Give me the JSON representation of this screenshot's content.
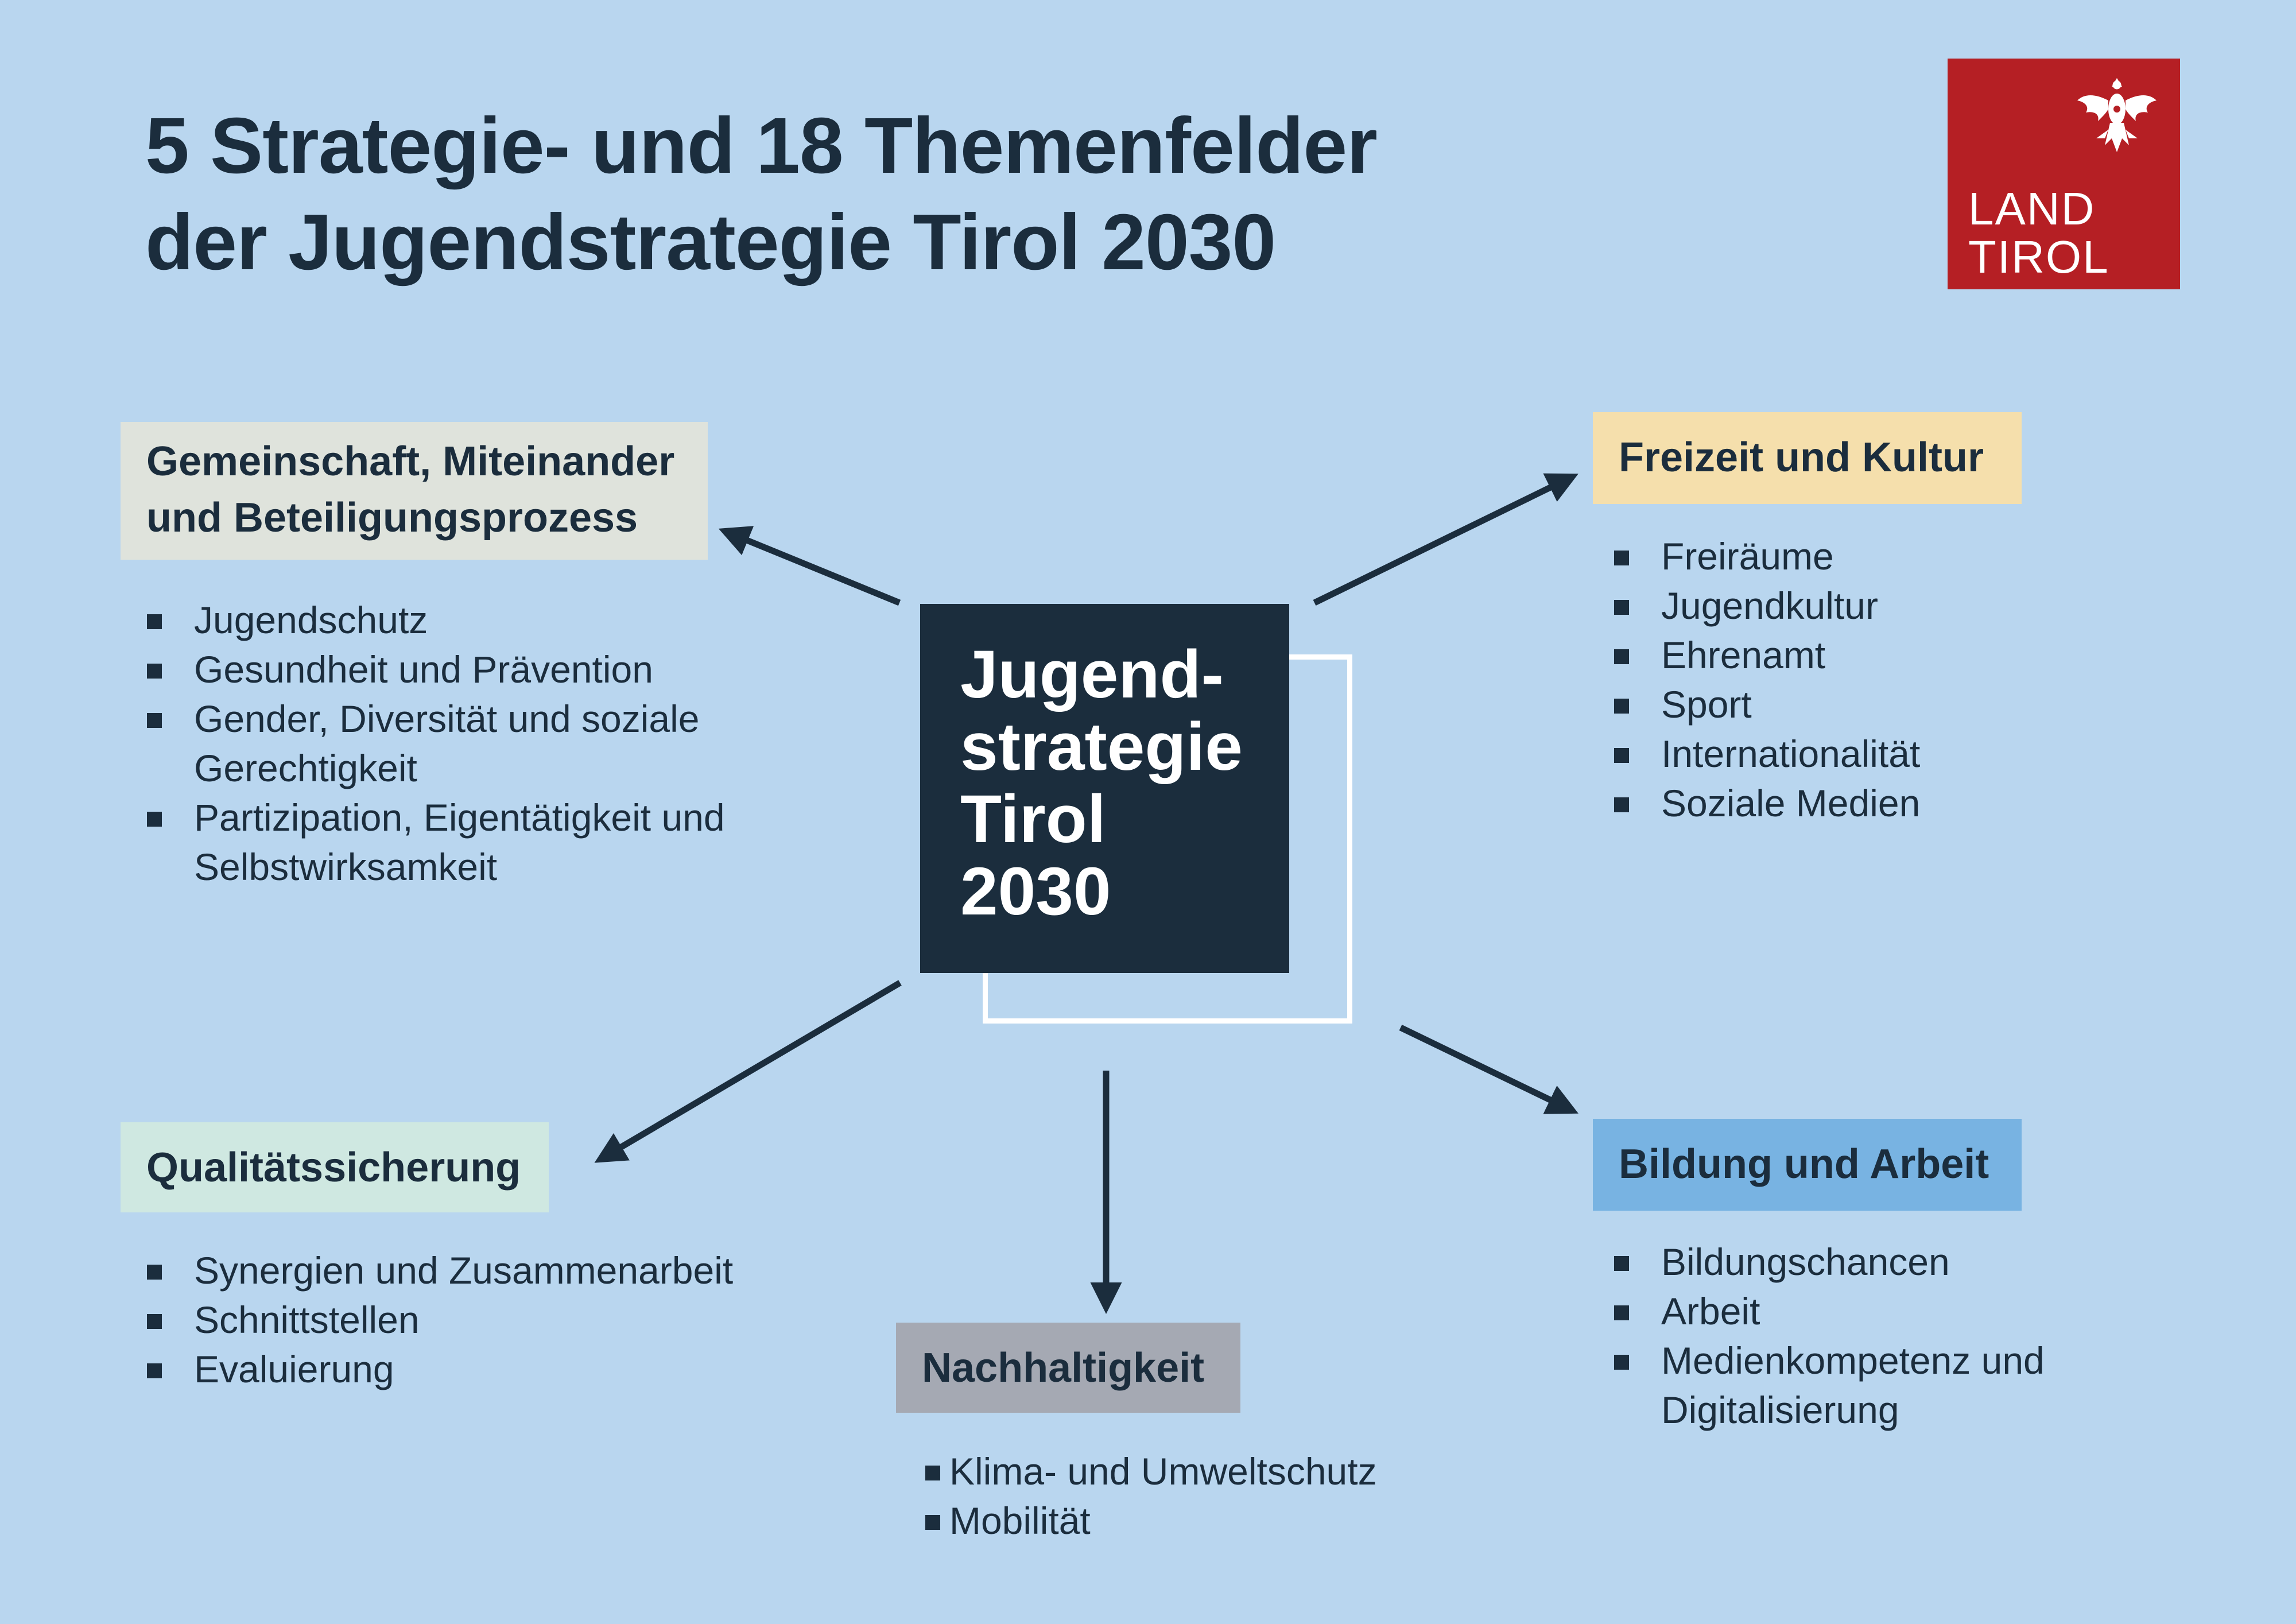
{
  "title": {
    "line1": "5 Strategie- und 18 Themenfelder",
    "line2": "der Jugendstrategie Tirol 2030"
  },
  "logo": {
    "line1": "LAND",
    "line2": "TIROL",
    "icon": "tyrolean-eagle-icon",
    "color": "#b51f24"
  },
  "center": {
    "lines": [
      "Jugend-",
      "strategie",
      "Tirol",
      "2030"
    ],
    "color": "#1b2d3d"
  },
  "fields": {
    "gemeinschaft": {
      "title_lines": [
        "Gemeinschaft, Miteinander",
        "und Beteiligungsprozess"
      ],
      "color": "#dfe3dc",
      "items": [
        [
          "Jugendschutz"
        ],
        [
          "Gesundheit und Prävention"
        ],
        [
          "Gender, Diversität und soziale",
          "Gerechtigkeit"
        ],
        [
          "Partizipation, Eigentätigkeit und",
          "Selbstwirksamkeit"
        ]
      ]
    },
    "freizeit": {
      "title_lines": [
        "Freizeit und Kultur"
      ],
      "color": "#f5dfac",
      "items": [
        [
          "Freiräume"
        ],
        [
          "Jugendkultur"
        ],
        [
          "Ehrenamt"
        ],
        [
          "Sport"
        ],
        [
          "Internationalität"
        ],
        [
          "Soziale Medien"
        ]
      ]
    },
    "qualitaet": {
      "title_lines": [
        "Qualitätssicherung"
      ],
      "color": "#cfe8e1",
      "items": [
        [
          "Synergien und Zusammenarbeit"
        ],
        [
          "Schnittstellen"
        ],
        [
          "Evaluierung"
        ]
      ]
    },
    "bildung": {
      "title_lines": [
        "Bildung und Arbeit"
      ],
      "color": "#78b3e2",
      "items": [
        [
          "Bildungschancen"
        ],
        [
          "Arbeit"
        ],
        [
          "Medienkompetenz und",
          "Digitalisierung"
        ]
      ]
    },
    "nachhaltigkeit": {
      "title_lines": [
        "Nachhaltigkeit"
      ],
      "color": "#a5a9b3",
      "items": [
        [
          "Klima- und Umweltschutz"
        ],
        [
          "Mobilität"
        ]
      ]
    }
  }
}
